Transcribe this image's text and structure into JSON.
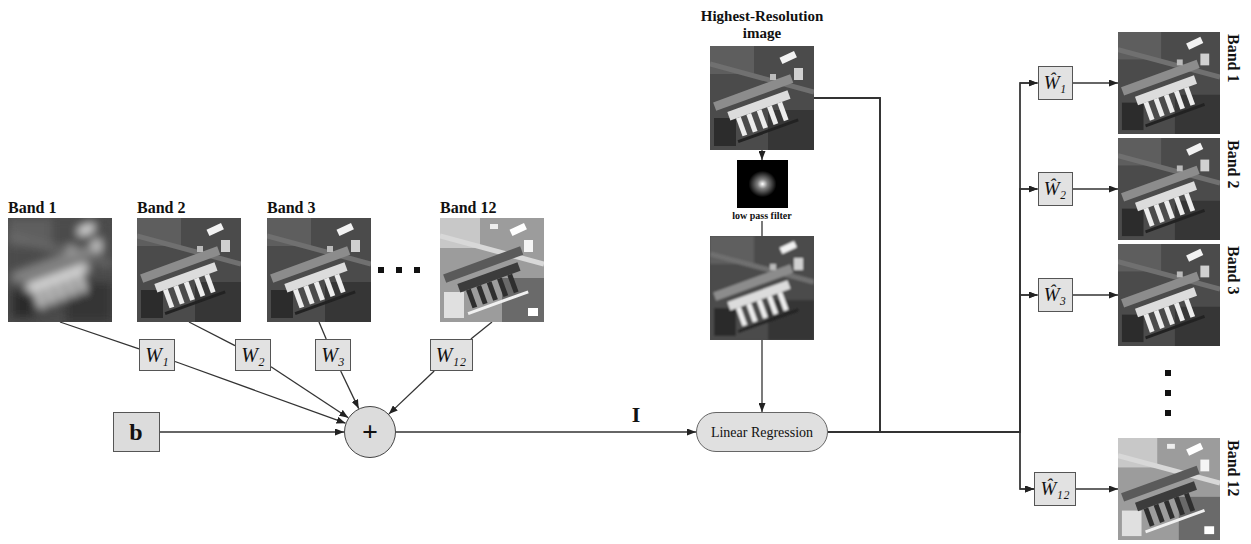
{
  "diagram": {
    "nodes": [
      {
        "text": [
          "Band 1"
        ]
      },
      {
        "text": [
          "Band 2"
        ]
      },
      {
        "text": [
          "Band 3"
        ]
      },
      {
        "text": [
          "Band 12"
        ]
      },
      {
        "text": [
          "W₁"
        ]
      },
      {
        "text": [
          "W₂"
        ]
      },
      {
        "text": [
          "W₃"
        ]
      },
      {
        "text": [
          "W₁₂"
        ]
      },
      {
        "text": [
          "b"
        ]
      },
      {
        "text": [
          "+"
        ]
      },
      {
        "text": [
          "Linear Regression"
        ]
      },
      {
        "text": [
          "Highest-Resolution image"
        ]
      },
      {
        "text": [
          "low pass filter"
        ]
      },
      {
        "text": [
          "Ŵ₁"
        ]
      },
      {
        "text": [
          "Ŵ₂"
        ]
      },
      {
        "text": [
          "Ŵ₃"
        ]
      },
      {
        "text": [
          "Ŵ₁₂"
        ]
      },
      {
        "text": [
          "Band 1"
        ]
      },
      {
        "text": [
          "Band 2"
        ]
      },
      {
        "text": [
          "Band 3"
        ]
      },
      {
        "text": [
          "Band 12"
        ]
      }
    ],
    "edges": [
      {
        "from": 0,
        "to": 4,
        "arrow": "none"
      },
      {
        "from": 4,
        "to": 9,
        "arrow": "to"
      },
      {
        "from": 1,
        "to": 5,
        "arrow": "none"
      },
      {
        "from": 5,
        "to": 9,
        "arrow": "to"
      },
      {
        "from": 2,
        "to": 6,
        "arrow": "none"
      },
      {
        "from": 6,
        "to": 9,
        "arrow": "to"
      },
      {
        "from": 3,
        "to": 7,
        "arrow": "none"
      },
      {
        "from": 7,
        "to": 9,
        "arrow": "to"
      },
      {
        "from": 8,
        "to": 9,
        "arrow": "to"
      },
      {
        "from": 9,
        "to": 10,
        "arrow": "to",
        "label": "I"
      },
      {
        "from": 11,
        "to": 12,
        "arrow": "to"
      },
      {
        "from": 12,
        "to": 10,
        "arrow": "to"
      },
      {
        "from": 11,
        "to": 13,
        "arrow": "to"
      },
      {
        "from": 11,
        "to": 14,
        "arrow": "to"
      },
      {
        "from": 11,
        "to": 15,
        "arrow": "to"
      },
      {
        "from": 11,
        "to": 16,
        "arrow": "to"
      },
      {
        "from": 10,
        "to": 13,
        "arrow": "to"
      },
      {
        "from": 10,
        "to": 14,
        "arrow": "to"
      },
      {
        "from": 10,
        "to": 15,
        "arrow": "to"
      },
      {
        "from": 10,
        "to": 16,
        "arrow": "to"
      },
      {
        "from": 13,
        "to": 17,
        "arrow": "to"
      },
      {
        "from": 14,
        "to": 18,
        "arrow": "to"
      },
      {
        "from": 15,
        "to": 19,
        "arrow": "to"
      },
      {
        "from": 16,
        "to": 20,
        "arrow": "to"
      }
    ]
  }
}
